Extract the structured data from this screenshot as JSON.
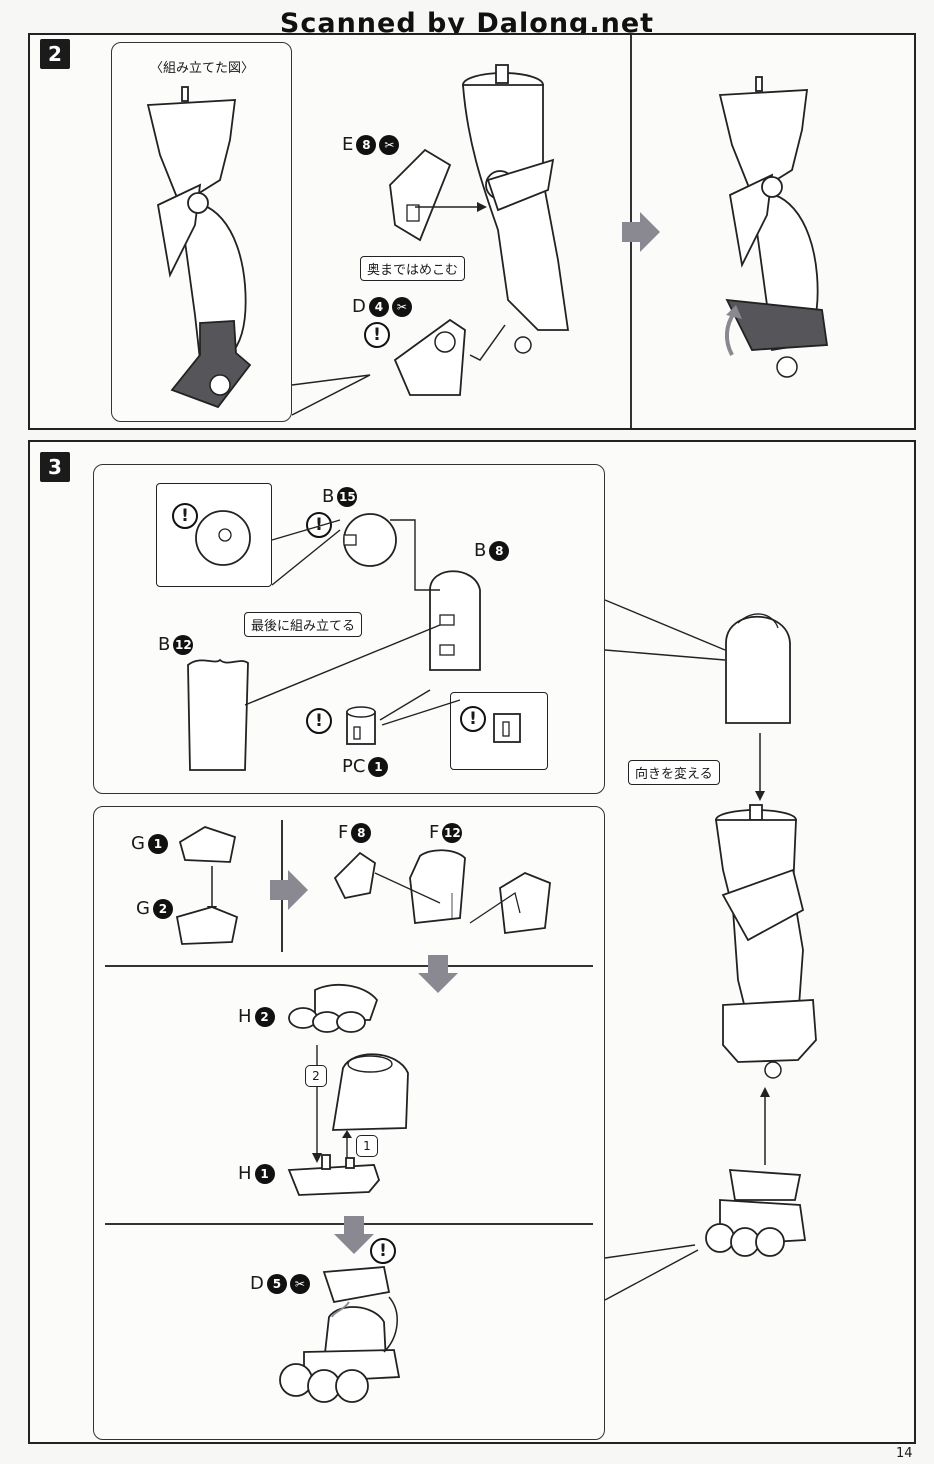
{
  "watermark": "Scanned by Dalong.net",
  "page_number": "14",
  "step2": {
    "number": "2",
    "assembled_caption": "〈組み立てた図〉",
    "part_e": {
      "letter": "E",
      "num": "8"
    },
    "part_d": {
      "letter": "D",
      "num": "4"
    },
    "press_note": "奥まではめこむ",
    "warn": "!"
  },
  "step3": {
    "number": "3",
    "part_b15": {
      "letter": "B",
      "num": "15"
    },
    "part_b8": {
      "letter": "B",
      "num": "8"
    },
    "part_b12": {
      "letter": "B",
      "num": "12"
    },
    "part_pc1": {
      "letter": "PC",
      "num": "1"
    },
    "assemble_last": "最後に組み立てる",
    "change_direction": "向きを変える",
    "part_g1": {
      "letter": "G",
      "num": "1"
    },
    "part_g2": {
      "letter": "G",
      "num": "2"
    },
    "part_f8": {
      "letter": "F",
      "num": "8"
    },
    "part_f12": {
      "letter": "F",
      "num": "12"
    },
    "part_h2": {
      "letter": "H",
      "num": "2"
    },
    "part_h1": {
      "letter": "H",
      "num": "1"
    },
    "order_1": "1",
    "order_2": "2",
    "part_d5": {
      "letter": "D",
      "num": "5"
    },
    "warn": "!"
  },
  "icons": {
    "cut": "nipper-icon",
    "warning": "warning-icon",
    "arrow": "step-arrow-icon"
  },
  "colors": {
    "armor_gray": "#55555a",
    "arrow_gray": "#8a8890",
    "line": "#222222"
  }
}
